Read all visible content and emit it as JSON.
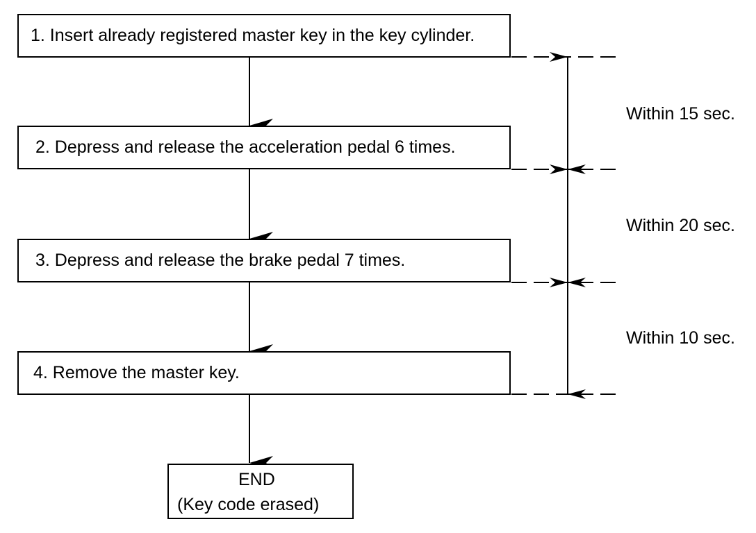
{
  "steps": [
    {
      "label": "1. Insert already registered master key in the key cylinder."
    },
    {
      "label": "2. Depress and release the acceleration pedal 6 times."
    },
    {
      "label": "3. Depress and release the brake pedal 7 times."
    },
    {
      "label": "4. Remove the master key."
    }
  ],
  "end": {
    "title": "END",
    "subtitle": "(Key code erased)"
  },
  "timings": [
    {
      "label": "Within 15 sec."
    },
    {
      "label": "Within 20 sec."
    },
    {
      "label": "Within 10 sec."
    }
  ],
  "colors": {
    "line": "#000000",
    "background": "#ffffff"
  }
}
